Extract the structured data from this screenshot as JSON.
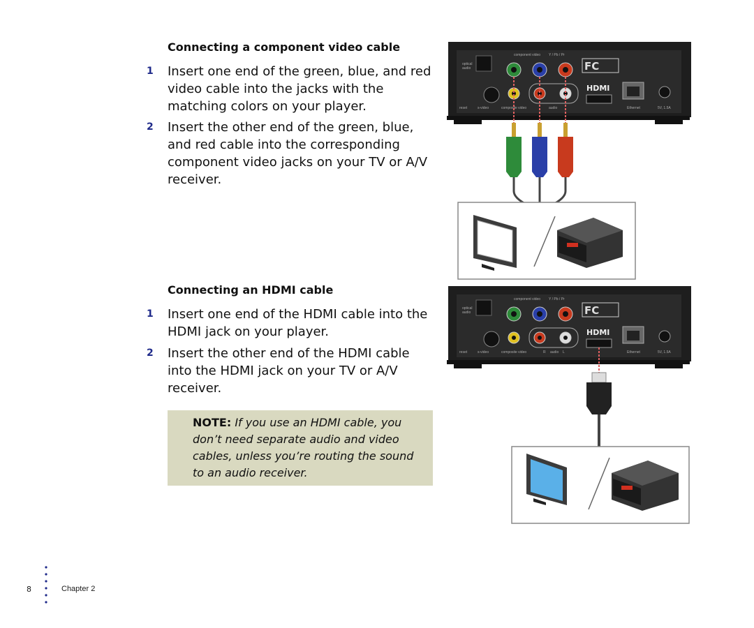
{
  "section1": {
    "heading": "Connecting a component video cable",
    "steps": [
      {
        "num": "1",
        "text": "Insert one end of the green, blue, and red video cable into the jacks with the matching colors on your player."
      },
      {
        "num": "2",
        "text": "Insert the other end of the green, blue, and red cable into the corresponding component video jacks on your TV or A/V receiver."
      }
    ]
  },
  "section2": {
    "heading": "Connecting an HDMI cable",
    "steps": [
      {
        "num": "1",
        "text": "Insert one end of the HDMI cable into the HDMI jack on your player."
      },
      {
        "num": "2",
        "text": "Insert the other end of the HDMI cable into the HDMI jack on your TV or A/V receiver."
      }
    ]
  },
  "note": {
    "label": "NOTE:",
    "text": "If you use an HDMI cable, you don’t need separate audio and video cables, unless you’re routing the sound to an audio receiver."
  },
  "player_panel": {
    "optical": "optical",
    "audio": "audio",
    "component_video": "component video",
    "y_pb_pr": "Y / Pb / Pr",
    "reset": "reset",
    "s_video": "s-video",
    "composite_video": "composite video",
    "audio_r": "R",
    "audio_label": "audio",
    "audio_l": "L",
    "hdmi": "HDMI",
    "ethernet": "Ethernet",
    "power": "5V, 1.5A",
    "fcc": "FC"
  },
  "footer": {
    "page_number": "8",
    "chapter": "Chapter 2"
  },
  "colors": {
    "step_number": "#1f2a8a",
    "note_bg": "#d9d9c0",
    "green_jack": "#2e8b3a",
    "blue_jack": "#2a3fa8",
    "red_jack": "#c83a1e"
  }
}
